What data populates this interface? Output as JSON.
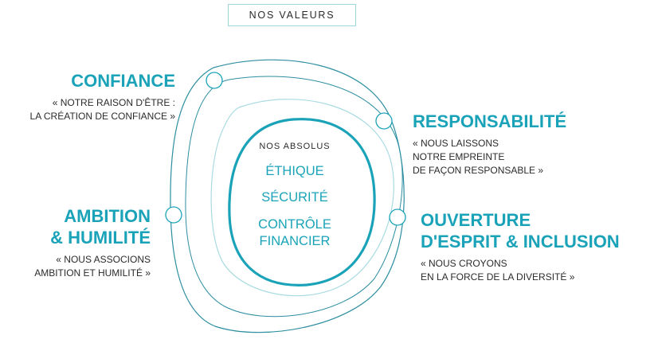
{
  "header": {
    "title": "NOS VALEURS"
  },
  "center": {
    "label": "NOS ABSOLUS",
    "items": [
      "ÉTHIQUE",
      "SÉCURITÉ",
      "CONTRÔLE\nFINANCIER"
    ]
  },
  "values": [
    {
      "title": "CONFIANCE",
      "quote": "« NOTRE RAISON D'ÊTRE :\nLA CRÉATION DE CONFIANCE »"
    },
    {
      "title": "RESPONSABILITÉ",
      "quote": "« NOUS LAISSONS\nNOTRE EMPREINTE\nDE FAÇON RESPONSABLE »"
    },
    {
      "title_line1": "AMBITION",
      "title_line2": "& HUMILITÉ",
      "quote": "« NOUS ASSOCIONS\nAMBITION ET HUMILITÉ »"
    },
    {
      "title_line1": "OUVERTURE",
      "title_line2": "D'ESPRIT & INCLUSION",
      "quote": "« NOUS CROYONS\nEN LA FORCE DE LA DIVERSITÉ »"
    }
  ],
  "colors": {
    "accent": "#1aa3b8",
    "ring_light": "#a9dbe1",
    "ring_mid": "#2c8ea0",
    "text": "#2b2b2b"
  }
}
